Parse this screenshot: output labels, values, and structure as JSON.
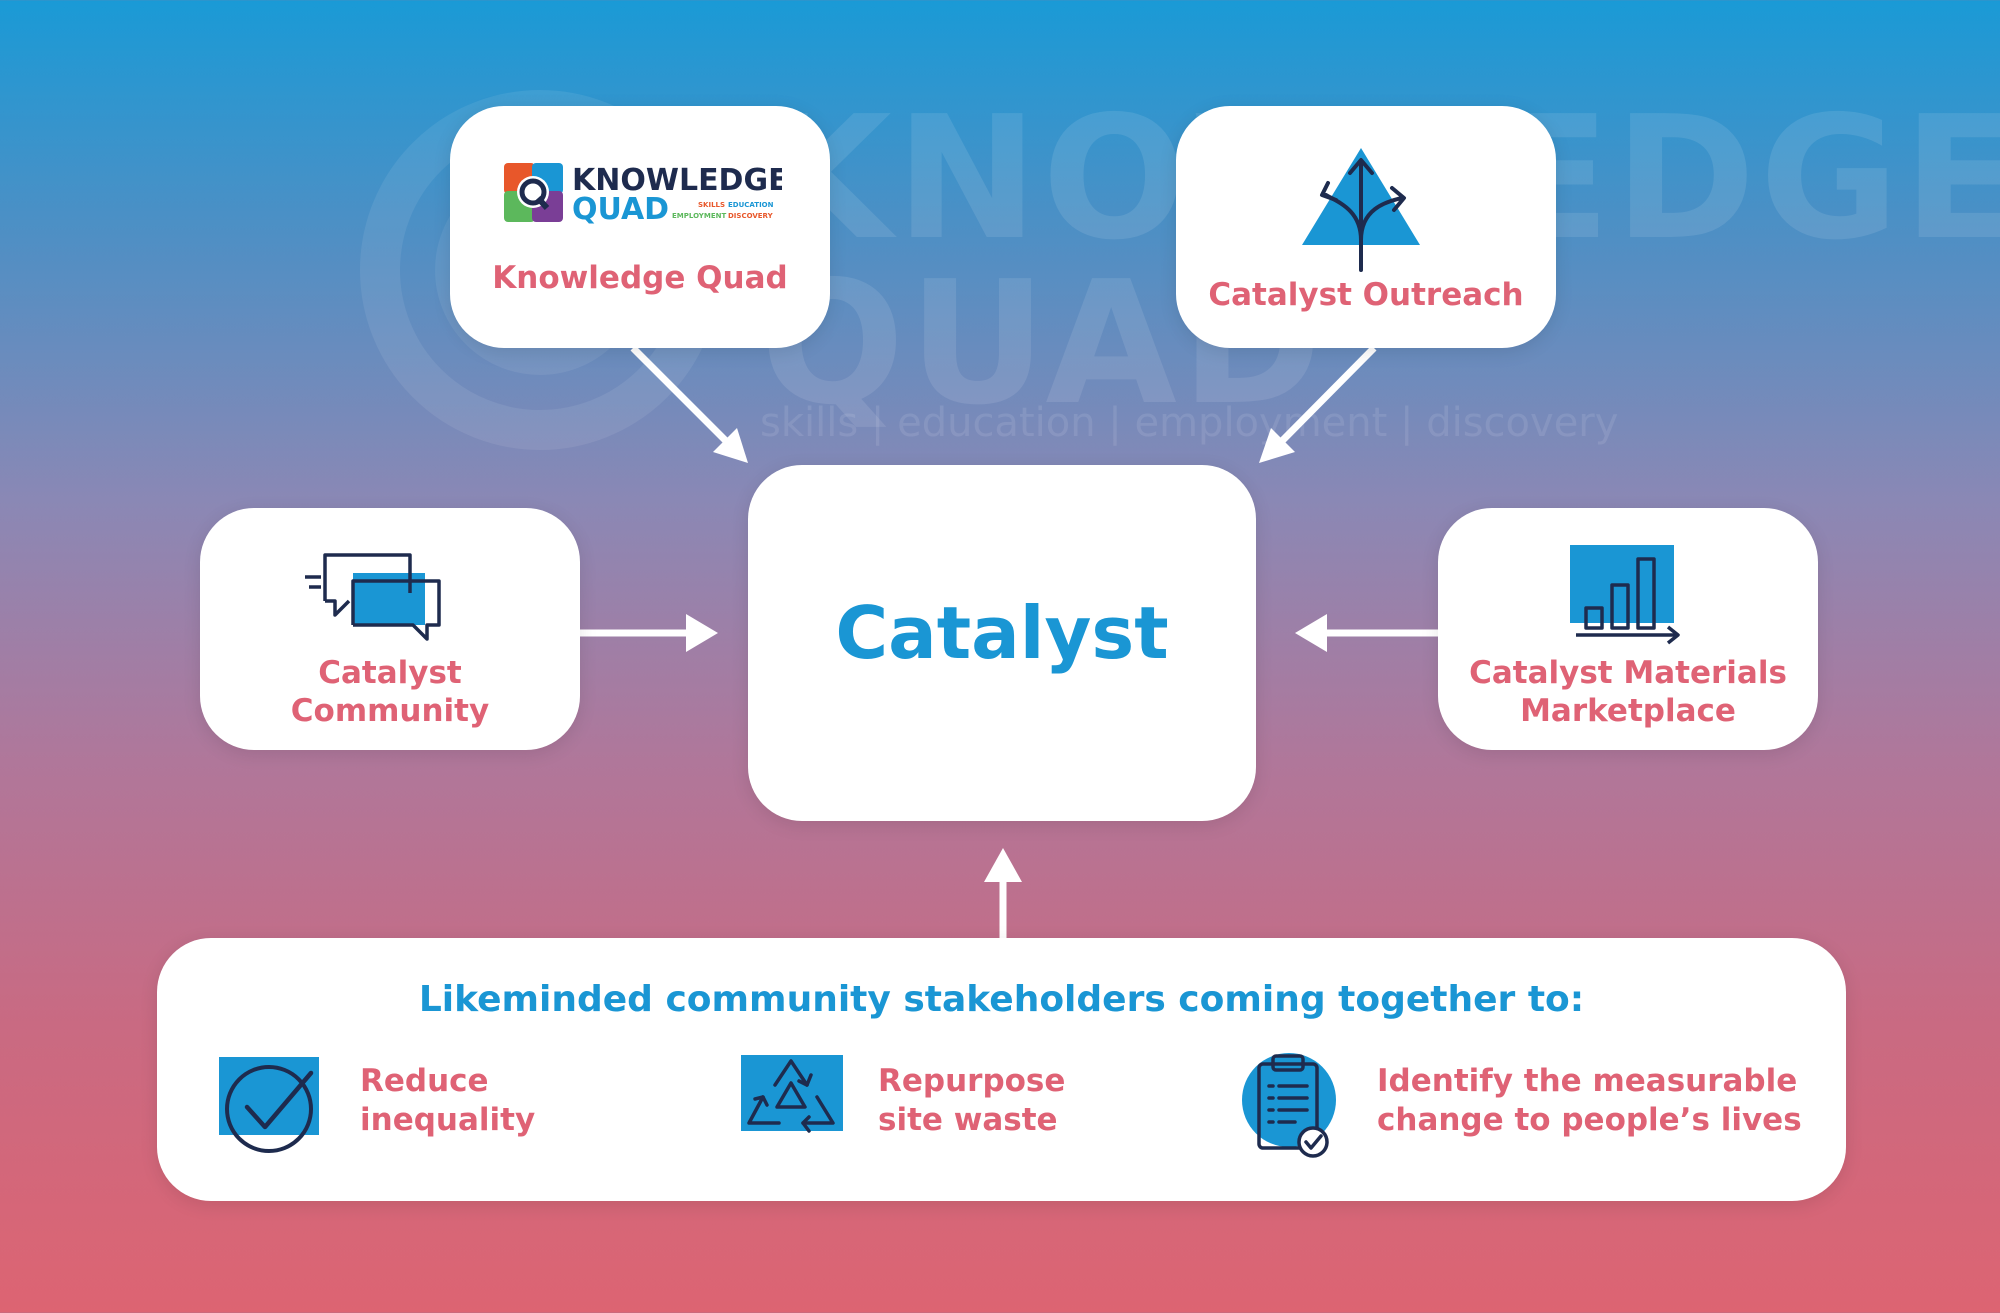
{
  "background": {
    "watermark_line1": "KNOWLEDGE",
    "watermark_line2": "QUAD",
    "watermark_tagline": "skills | education | employment | discovery"
  },
  "colors": {
    "gradient_top": "#1a9ad6",
    "gradient_bottom": "#dd6472",
    "label_pink": "#df6275",
    "title_blue": "#1a96d4",
    "icon_navy": "#1e2b4e",
    "icon_blue": "#1a96d4"
  },
  "center": {
    "title": "Catalyst"
  },
  "nodes": {
    "knowledge_quad": {
      "label": "Knowledge Quad",
      "logo_line1": "KNOWLEDGE",
      "logo_line2": "QUAD",
      "logo_tag_skills": "SKILLS",
      "logo_tag_education": "EDUCATION",
      "logo_tag_employment": "EMPLOYMENT",
      "logo_tag_discovery": "DISCOVERY",
      "icon": "knowledge-quad-logo"
    },
    "outreach": {
      "label": "Catalyst Outreach",
      "icon": "triangle-branching-arrows-icon"
    },
    "community": {
      "label_line1": "Catalyst",
      "label_line2": "Community",
      "icon": "chat-bubbles-icon"
    },
    "marketplace": {
      "label_line1": "Catalyst Materials",
      "label_line2": "Marketplace",
      "icon": "bar-chart-icon"
    }
  },
  "stakeholders": {
    "heading": "Likeminded community stakeholders coming together to:",
    "items": [
      {
        "line1": "Reduce",
        "line2": "inequality",
        "icon": "checkmark-circle-icon"
      },
      {
        "line1": "Repurpose",
        "line2": "site waste",
        "icon": "recycle-icon"
      },
      {
        "line1": "Identify the measurable",
        "line2": "change to people’s lives",
        "icon": "clipboard-check-icon"
      }
    ]
  }
}
